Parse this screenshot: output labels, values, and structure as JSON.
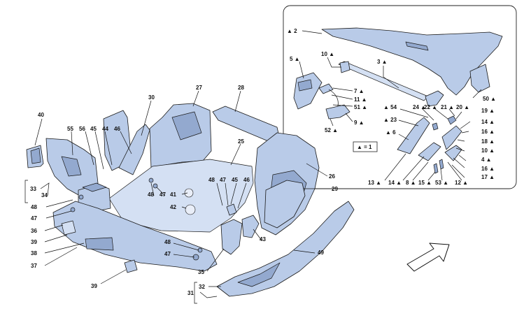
{
  "callouts": {
    "c2": "▲ 2",
    "c3": "3 ▲",
    "c5": "5 ▲",
    "c10a": "10 ▲",
    "c7": "7 ▲",
    "c11": "11 ▲",
    "c51": "51 ▲",
    "c9": "9 ▲",
    "c52": "52 ▲",
    "c54": "▲ 54",
    "c24": "24 ▲",
    "c22": "22 ▲",
    "c21": "21 ▲",
    "c20": "20 ▲",
    "c19": "19 ▲",
    "c23": "▲ 23",
    "c14a": "14 ▲",
    "c16a": "16 ▲",
    "c6": "▲ 6",
    "c18": "18 ▲",
    "c10b": "10 ▲",
    "c4": "4 ▲",
    "c16b": "16 ▲",
    "c17": "17 ▲",
    "c50": "50 ▲",
    "c13": "13 ▲",
    "c14b": "14 ▲",
    "c8": "8 ▲",
    "c15": "15 ▲",
    "c53": "53 ▲",
    "c12": "12 ▲",
    "n40": "40",
    "n55": "55",
    "n56": "56",
    "n44": "44",
    "n45a": "45",
    "n46a": "46",
    "n30": "30",
    "n27": "27",
    "n28": "28",
    "n25": "25",
    "n26": "26",
    "n29": "29",
    "n33": "33",
    "n34": "34",
    "n48a": "48",
    "n47a": "47",
    "n36": "36",
    "n39a": "39",
    "n38": "38",
    "n37": "37",
    "n48b": "48",
    "n47b": "47",
    "n41": "41",
    "n42": "42",
    "n48c": "48",
    "n47c": "47",
    "n45b": "45",
    "n46b": "46",
    "n43": "43",
    "n48d": "48",
    "n47d": "47",
    "n35": "35",
    "n49": "49",
    "n39b": "39",
    "n32": "32",
    "n31": "31"
  },
  "legend": {
    "text": "▲ = 1"
  }
}
